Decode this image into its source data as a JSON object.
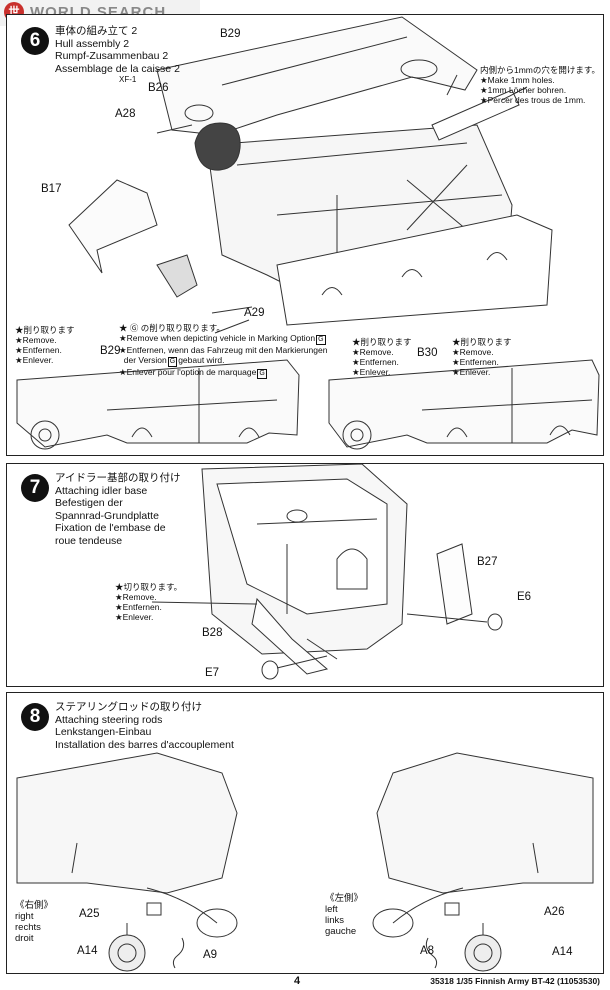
{
  "watermark": {
    "text": "WORLD SEARCH",
    "logo_glyph": "世"
  },
  "step6": {
    "number": "6",
    "title": [
      "車体の組み立て 2",
      "Hull assembly 2",
      "Rumpf-Zusammenbau 2",
      "Assemblage de la caisse 2"
    ],
    "holes_note": [
      "内側から1mmの穴を開けます。",
      "★Make 1mm holes.",
      "★1mm Löcher bohren.",
      "★Percer des trous de 1mm."
    ],
    "remove_left": [
      "★削り取ります",
      "★Remove.",
      "★Entfernen.",
      "★Enlever."
    ],
    "marking_note": [
      "★ Ⓖ の削り取り取ります。",
      "★Remove when depicting vehicle in Marking Option",
      "★Entfernen, wenn das Fahrzeug mit den Markierungen",
      "der Version",
      "gebaut wird.",
      "★Enlever pour l'option de marquage"
    ],
    "marking_code": "G",
    "remove_mid": [
      "★削り取ります",
      "★Remove.",
      "★Entfernen.",
      "★Enlever."
    ],
    "remove_right": [
      "★削り取ります",
      "★Remove.",
      "★Entfernen.",
      "★Enlever."
    ],
    "labels": {
      "b29_top": "B29",
      "xf1": "XF-1",
      "b26": "B26",
      "a28": "A28",
      "b17": "B17",
      "a29": "A29",
      "b29_bottom": "B29",
      "b30": "B30"
    }
  },
  "step7": {
    "number": "7",
    "title": [
      "アイドラー基部の取り付け",
      "Attaching idler base",
      "Befestigen der",
      "Spannrad-Grundplatte",
      "Fixation de l'embase de",
      "roue tendeuse"
    ],
    "remove_note": [
      "★切り取ります。",
      "★Remove.",
      "★Entfernen.",
      "★Enlever."
    ],
    "labels": {
      "b27": "B27",
      "e6": "E6",
      "b28": "B28",
      "e7": "E7"
    }
  },
  "step8": {
    "number": "8",
    "title": [
      "ステアリングロッドの取り付け",
      "Attaching steering rods",
      "Lenkstangen-Einbau",
      "Installation des barres d'accouplement"
    ],
    "right_side": [
      "《右側》",
      "right",
      "rechts",
      "droit"
    ],
    "left_side": [
      "《左側》",
      "left",
      "links",
      "gauche"
    ],
    "labels": {
      "a25": "A25",
      "a14_left": "A14",
      "a9": "A9",
      "a26": "A26",
      "a8": "A8",
      "a14_right": "A14"
    }
  },
  "footer": {
    "page": "4",
    "code": "35318  1/35 Finnish Army BT-42 (11053530)"
  }
}
